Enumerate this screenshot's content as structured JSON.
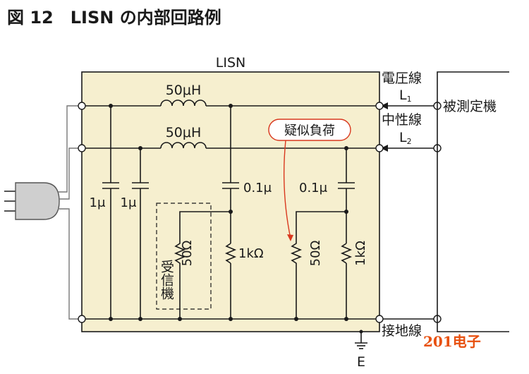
{
  "title": "図 12　LISN の内部回路例",
  "labels": {
    "lisn": "LISN",
    "voltage_line": "電圧線",
    "l1": "L",
    "l1_sub": "1",
    "neutral_line": "中性線",
    "l2": "L",
    "l2_sub": "2",
    "dut": "被測定機",
    "ground_line": "接地線",
    "earth": "E",
    "pseudo_load": "疑似負荷",
    "inductor_1": "50μH",
    "inductor_2": "50μH",
    "cap_1": "1μ",
    "cap_2": "1μ",
    "cap_3": "0.1μ",
    "cap_4": "0.1μ",
    "res_50_left": "50Ω",
    "res_1k_left": "1kΩ",
    "res_50_right": "50Ω",
    "res_1k_right": "1kΩ",
    "receiver": "受信機"
  },
  "watermark": "201电子",
  "colors": {
    "box_fill": "#f6efcf",
    "wire": "#1a1a1a",
    "callout": "#d9381e",
    "watermark": "#e8500f"
  }
}
